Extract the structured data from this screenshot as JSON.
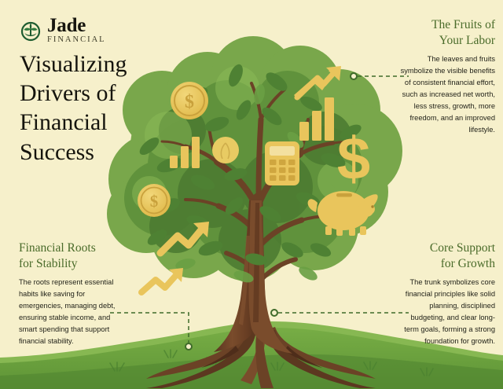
{
  "brand": {
    "name": "Jade",
    "tagline": "FINANCIAL",
    "logo_icon": "leaf-emblem-icon"
  },
  "title": {
    "line1": "Visualizing",
    "line2": "Drivers of",
    "line3": "Financial",
    "line4": "Success"
  },
  "blocks": {
    "fruits": {
      "heading_line1": "The Fruits of",
      "heading_line2": "Your Labor",
      "body": "The leaves and fruits symbolize the visible benefits of consistent financial effort, such as increased net worth, less stress, growth, more freedom, and an improved lifestyle."
    },
    "roots": {
      "heading_line1": "Financial Roots",
      "heading_line2": "for Stability",
      "body": "The roots represent essential habits like saving for emergencies, managing debt, ensuring stable income, and smart spending that support financial stability."
    },
    "trunk": {
      "heading_line1": "Core Support",
      "heading_line2": "for Growth",
      "body": "The trunk symbolizes core financial principles like solid planning, disciplined budgeting, and clear long-term goals, forming a strong foundation for growth."
    }
  },
  "illustration": {
    "subject": "money-tree",
    "icons": [
      "gold-coin-dollar-icon",
      "gold-coin-dollar-icon",
      "bar-chart-icon",
      "bar-chart-growth-arrow-icon",
      "calculator-icon",
      "dollar-sign-icon",
      "piggy-bank-icon",
      "trend-arrow-up-icon",
      "trend-arrow-up-icon",
      "fruit-icon"
    ]
  },
  "colors": {
    "background": "#f6f0cb",
    "heading_green": "#4a6b2a",
    "title_black": "#15140d",
    "body_text": "#23231a",
    "canopy_light": "#79a74b",
    "canopy_mid": "#5f8f3c",
    "canopy_dark": "#4b7a31",
    "trunk_brown": "#6b4226",
    "gold": "#e9c55c",
    "ground_green": "#6fa53f",
    "connector_green": "#3f6b2a"
  }
}
